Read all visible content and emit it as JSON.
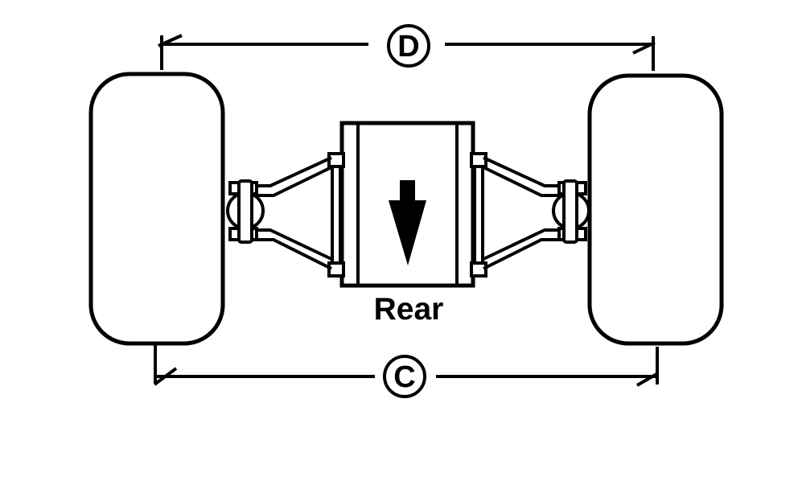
{
  "diagram": {
    "top_dimension_label": "D",
    "bottom_dimension_label": "C",
    "rear_label": "Rear",
    "colors": {
      "line": "#000000",
      "background": "#ffffff"
    },
    "icons": {
      "rear_arrow": "▼"
    }
  }
}
